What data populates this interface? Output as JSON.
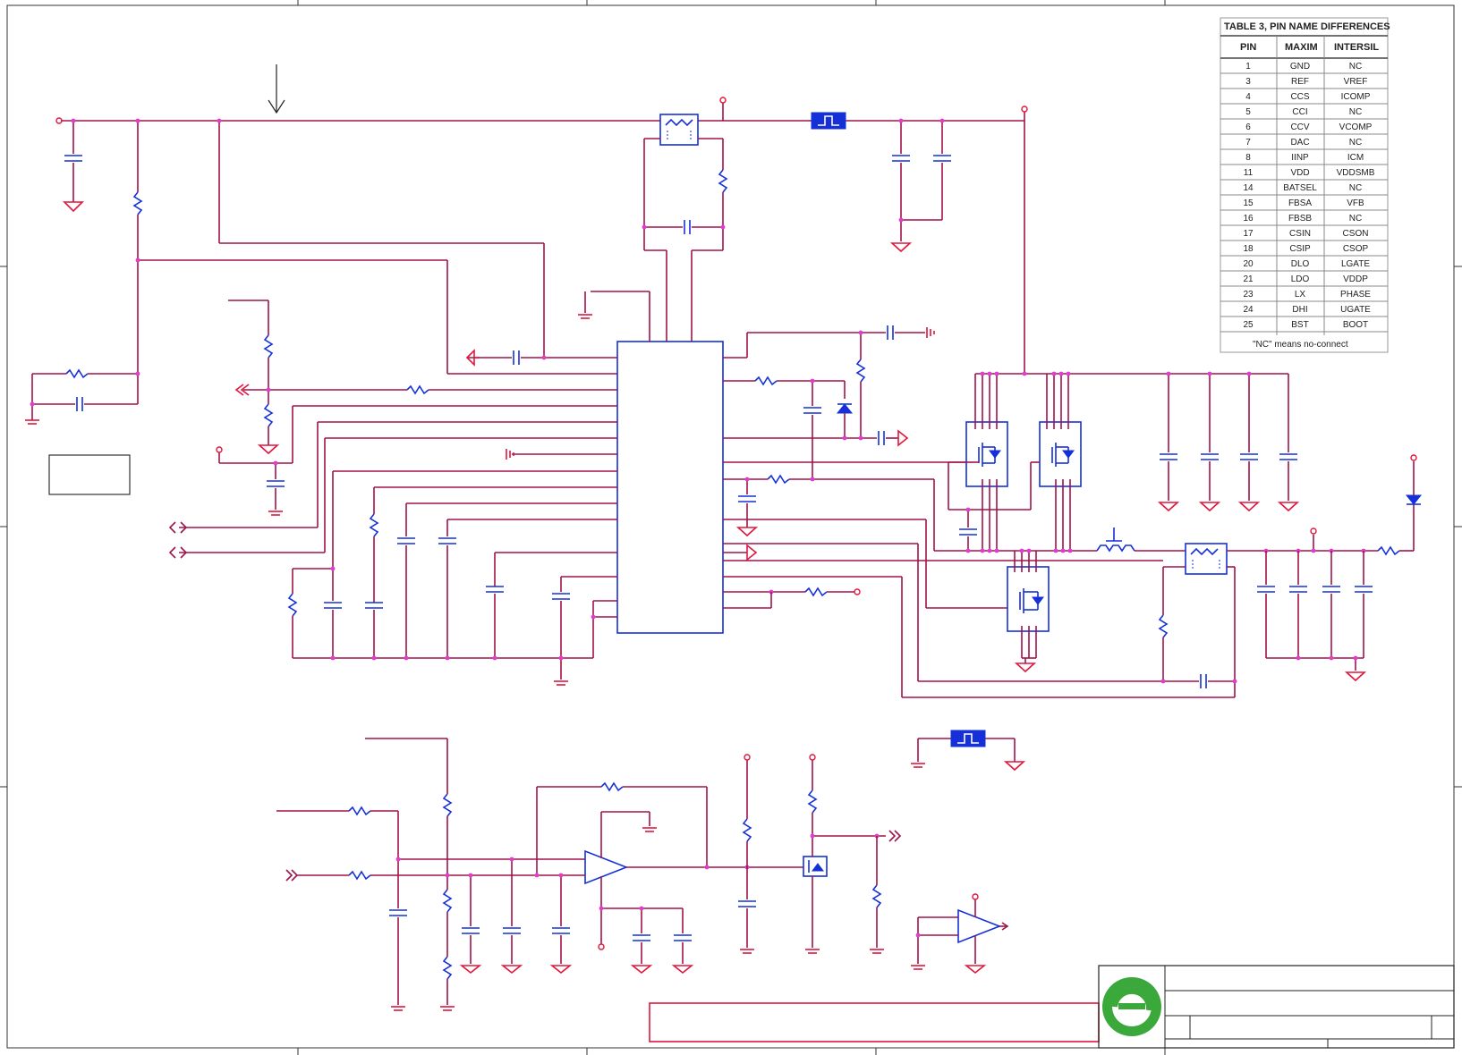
{
  "pin_table": {
    "title": "TABLE 3, PIN NAME DIFFERENCES",
    "headers": [
      "PIN",
      "MAXIM",
      "INTERSIL"
    ],
    "rows": [
      [
        "1",
        "GND",
        "NC"
      ],
      [
        "3",
        "REF",
        "VREF"
      ],
      [
        "4",
        "CCS",
        "ICOMP"
      ],
      [
        "5",
        "CCI",
        "NC"
      ],
      [
        "6",
        "CCV",
        "VCOMP"
      ],
      [
        "7",
        "DAC",
        "NC"
      ],
      [
        "8",
        "IINP",
        "ICM"
      ],
      [
        "11",
        "VDD",
        "VDDSMB"
      ],
      [
        "14",
        "BATSEL",
        "NC"
      ],
      [
        "15",
        "FBSA",
        "VFB"
      ],
      [
        "16",
        "FBSB",
        "NC"
      ],
      [
        "17",
        "CSIN",
        "CSON"
      ],
      [
        "18",
        "CSIP",
        "CSOP"
      ],
      [
        "20",
        "DLO",
        "LGATE"
      ],
      [
        "21",
        "LDO",
        "VDDP"
      ],
      [
        "23",
        "LX",
        "PHASE"
      ],
      [
        "24",
        "DHI",
        "UGATE"
      ],
      [
        "25",
        "BST",
        "BOOT"
      ]
    ],
    "footnote": "\"NC\" means no-connect"
  },
  "colors": {
    "wire": "#a0134a",
    "component": "#1530d8",
    "ground": "#e0163d",
    "node": "#e23bd0",
    "logo_green": "#3aa83a"
  }
}
